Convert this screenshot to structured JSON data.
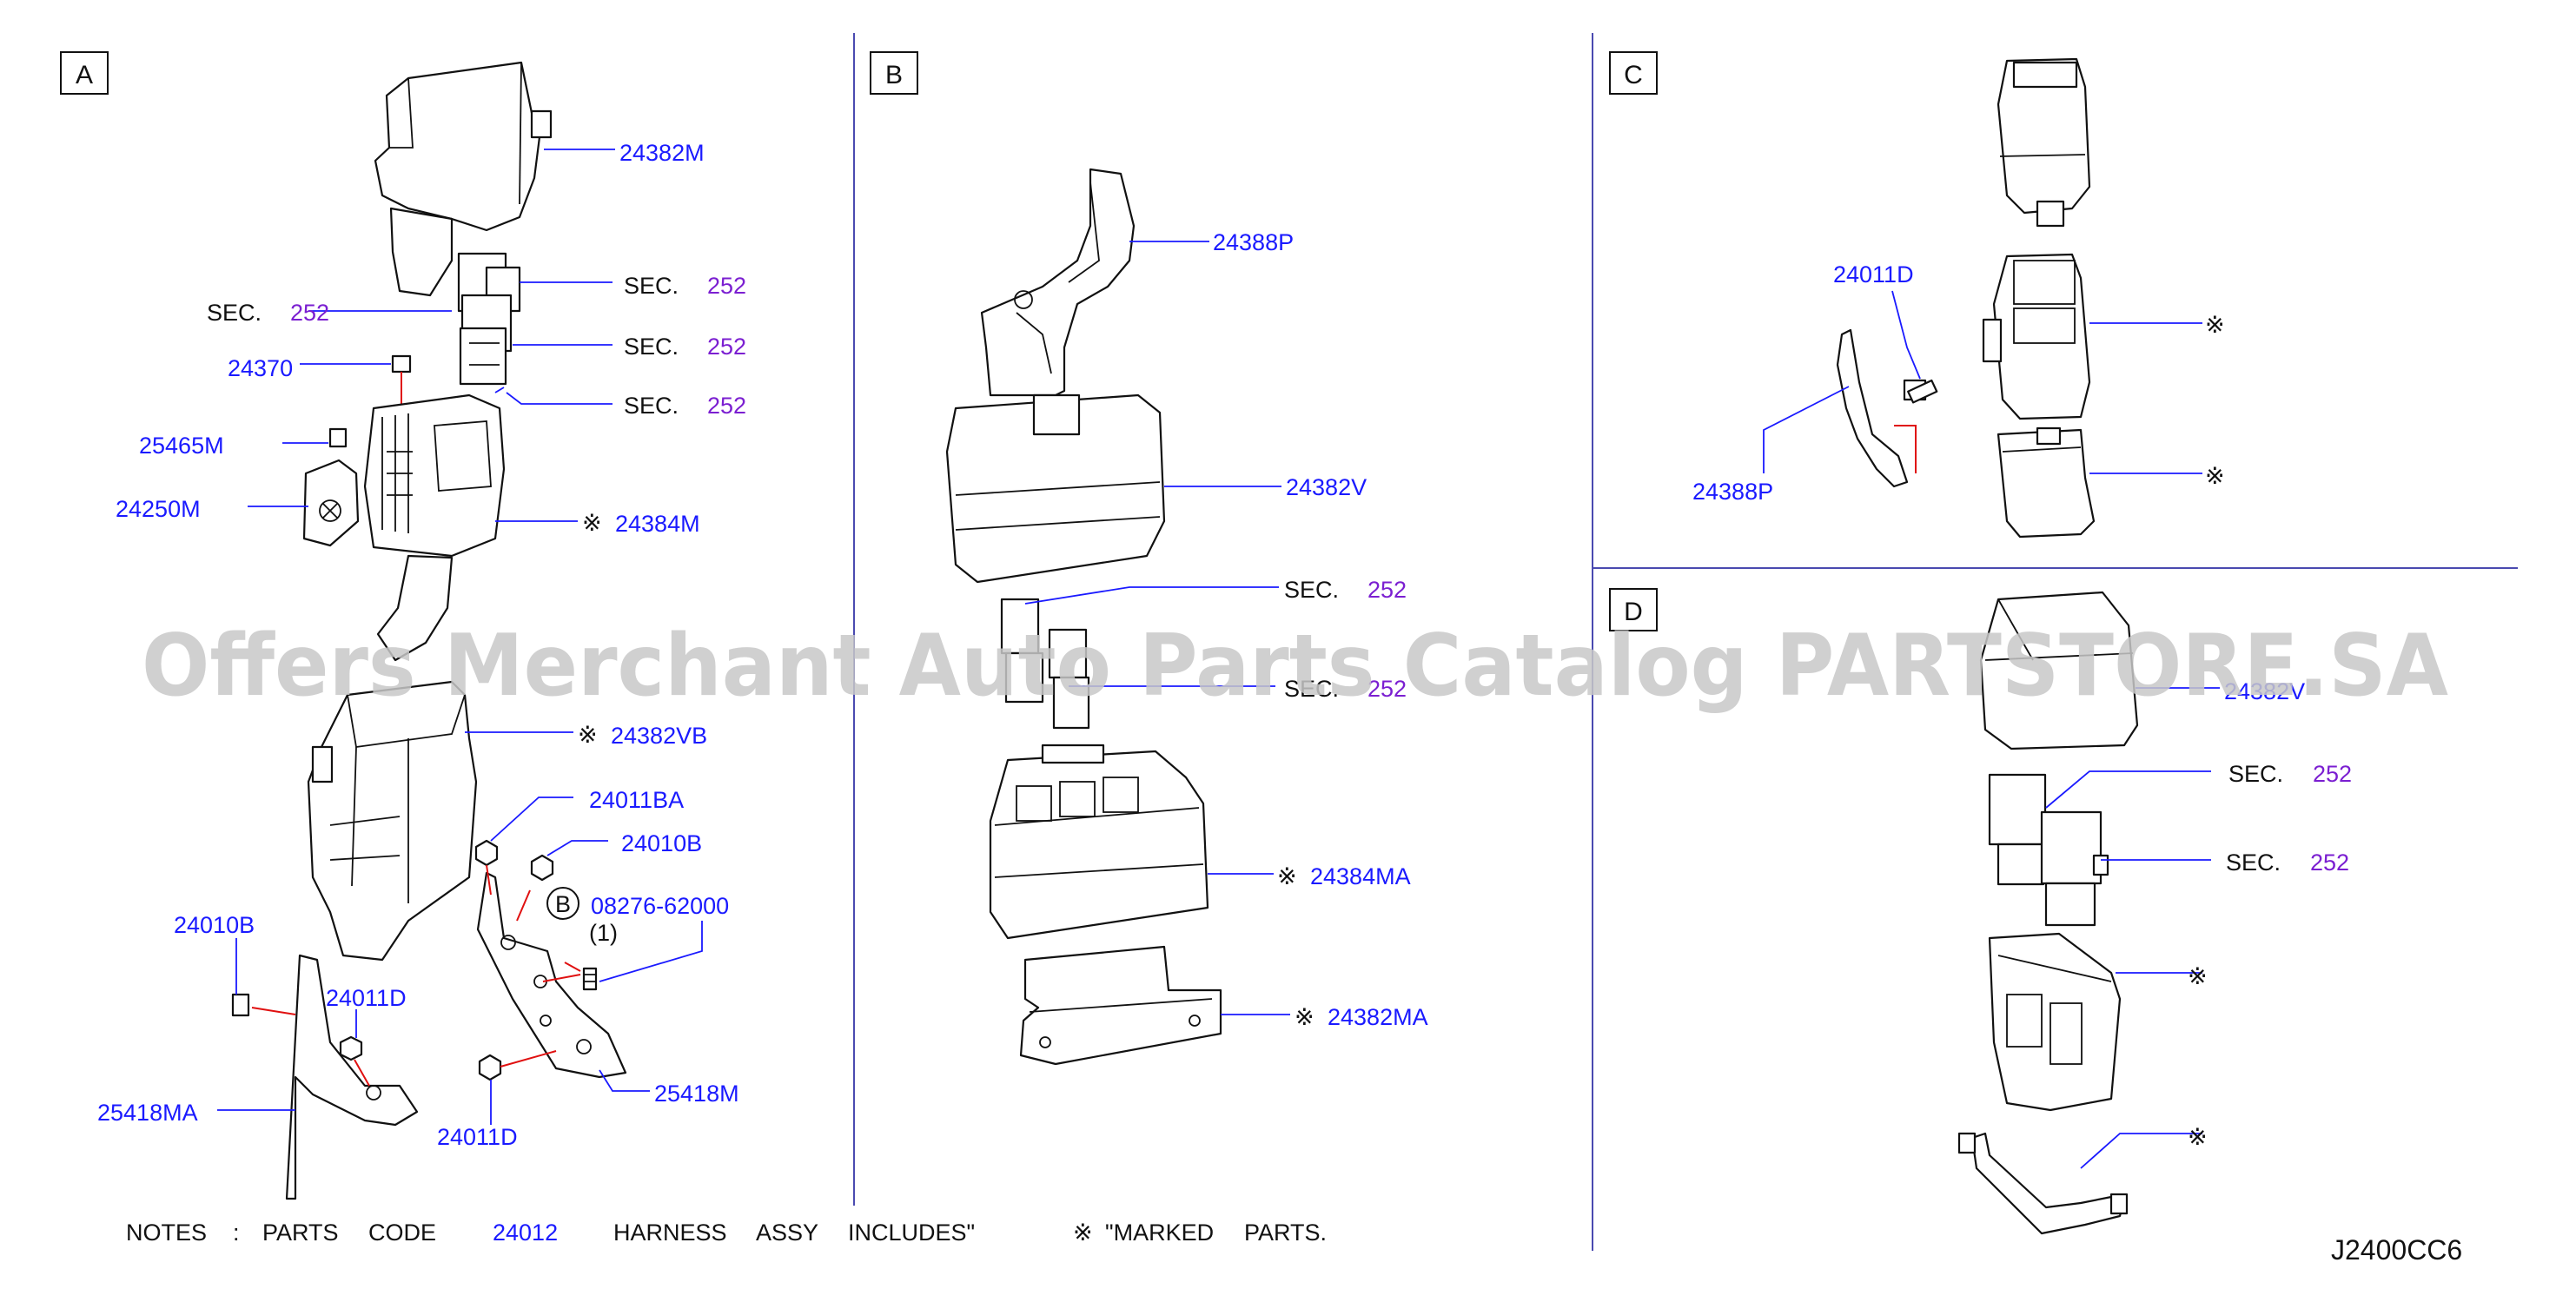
{
  "watermark": "Offers Merchant Auto Parts Catalog PARTSTORE.SA",
  "diagram_code": "J2400CC6",
  "sections": {
    "A": {
      "letter": "A",
      "labels": {
        "p24382M": "24382M",
        "sec1": "SEC.",
        "sec1n": "252",
        "sec2": "SEC.",
        "sec2n": "252",
        "sec3": "SEC.",
        "sec3n": "252",
        "secL": "SEC.",
        "secLn": "252",
        "p24370": "24370",
        "p25465M": "25465M",
        "p24250M": "24250M",
        "p24384M": "24384M",
        "p24382VB": "24382VB",
        "p24011BA": "24011BA",
        "p24010B_r": "24010B",
        "circleB": "B",
        "p08276": "08276-62000",
        "qty": "(1)",
        "p24010B_l": "24010B",
        "p24011D_1": "24011D",
        "p25418MA": "25418MA",
        "p25418M": "25418M",
        "p24011D_2": "24011D"
      }
    },
    "B": {
      "letter": "B",
      "labels": {
        "p24388P": "24388P",
        "p24382V": "24382V",
        "sec1": "SEC.",
        "sec1n": "252",
        "sec2": "SEC.",
        "sec2n": "252",
        "p24384MA": "24384MA",
        "p24382MA": "24382MA"
      }
    },
    "C": {
      "letter": "C",
      "labels": {
        "p24011D": "24011D",
        "p24388P": "24388P"
      }
    },
    "D": {
      "letter": "D",
      "labels": {
        "p24382V": "24382V",
        "sec1": "SEC.",
        "sec1n": "252",
        "sec2": "SEC.",
        "sec2n": "252"
      }
    }
  },
  "marked_symbol": "※",
  "notes": {
    "label": "NOTES",
    "colon": ":",
    "parts": "PARTS",
    "code": "CODE",
    "code_value": "24012",
    "harness": "HARNESS",
    "assy": "ASSY",
    "includes": "INCLUDES\"",
    "marked": "\"MARKED",
    "parts2": "PARTS."
  },
  "colors": {
    "part_number": "#1a1aff",
    "section_ref": "#7b1fd1",
    "leader": "#1a1aff",
    "fastener_line": "#e01010"
  }
}
